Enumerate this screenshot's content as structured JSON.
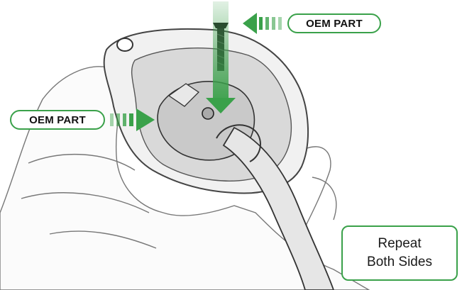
{
  "callouts": {
    "top_label": "OEM PART",
    "left_label": "OEM PART"
  },
  "note": {
    "line1": "Repeat",
    "line2": "Both Sides"
  },
  "colors": {
    "accent_green": "#3aa14a",
    "sketch_line": "#555555",
    "background": "#ffffff"
  }
}
